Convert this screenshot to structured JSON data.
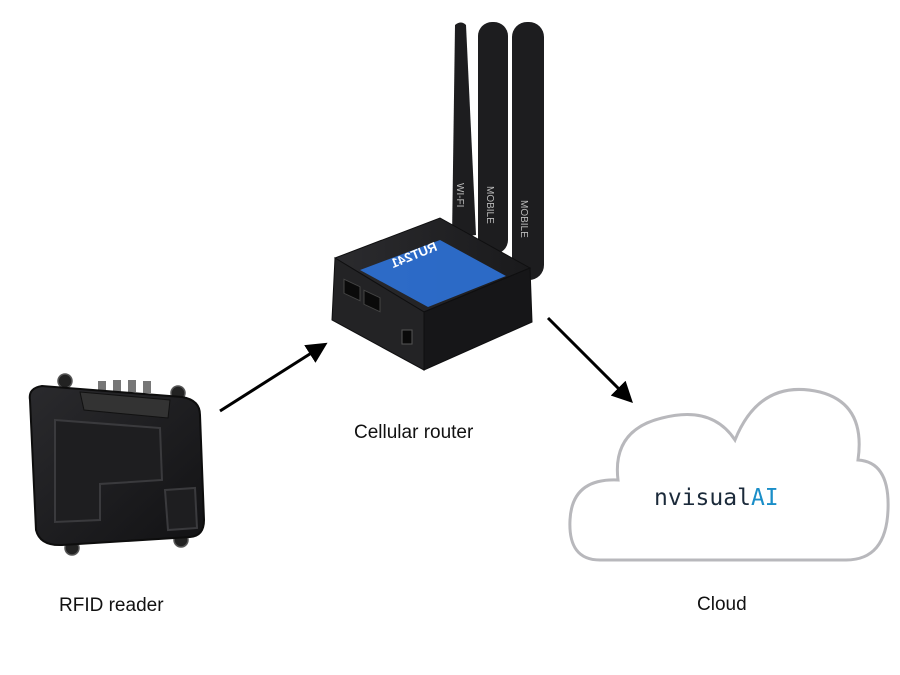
{
  "nodes": {
    "rfid_reader": {
      "label": "RFID reader"
    },
    "router": {
      "label": "Cellular router",
      "model_text": "RUT241",
      "antenna_left_text": "WI-FI",
      "antenna_mid_text": "MOBILE",
      "antenna_right_text": "MOBILE"
    },
    "cloud": {
      "label": "Cloud",
      "logo_text_main": "nvisual",
      "logo_text_accent": "AI",
      "logo_color_main": "#1b2a3a",
      "logo_color_accent": "#1a8ec8"
    }
  },
  "edges": [
    {
      "from": "RFID reader",
      "to": "Cellular router"
    },
    {
      "from": "Cellular router",
      "to": "Cloud"
    }
  ],
  "colors": {
    "device_body": "#1c1c1e",
    "router_panel": "#2d6fd0",
    "arrow": "#000000"
  }
}
